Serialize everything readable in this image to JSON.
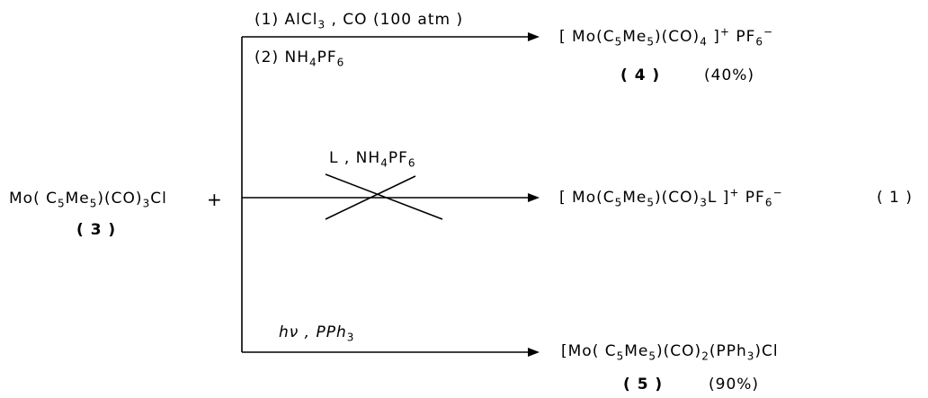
{
  "scheme": {
    "reactant": {
      "formula_pre": "Mo( C",
      "s1": "5",
      "formula_mid1": "Me",
      "s2": "5",
      "formula_mid2": ")(CO)",
      "s3": "3",
      "formula_end": "Cl",
      "plus": "+",
      "number": "( 3 )"
    },
    "top": {
      "cond1_pre": "(1)  AlCl",
      "cond1_s": "3",
      "cond1_post": " , CO (100 atm )",
      "cond2_pre": "(2)  NH",
      "cond2_s1": "4",
      "cond2_mid": "PF",
      "cond2_s2": "6",
      "product": {
        "p1": "[ Mo(C",
        "s1": "5",
        "p2": "Me",
        "s2": "5",
        "p3": ")(CO)",
        "s3": "4",
        "p4": " ]",
        "sup1": "+",
        "p5": " PF",
        "s4": "6",
        "sup2": "−"
      },
      "number": "( 4 )",
      "yield": "(40%)"
    },
    "middle": {
      "reagent_pre": "L  ,  NH",
      "reagent_s1": "4",
      "reagent_mid": "PF",
      "reagent_s2": "6",
      "product": {
        "p1": "[ Mo(C",
        "s1": "5",
        "p2": "Me",
        "s2": "5",
        "p3": ")(CO)",
        "s3": "3",
        "p4": "L ]",
        "sup1": "+",
        "p5": " PF",
        "s4": "6",
        "sup2": "−"
      },
      "equation_number": "( 1 )"
    },
    "bottom": {
      "cond_pre": "hν  ,  PPh",
      "cond_s": "3",
      "product": {
        "p1": "[Mo( C",
        "s1": "5",
        "p2": "Me",
        "s2": "5",
        "p3": ")(CO)",
        "s3": "2",
        "p4": "(PPh",
        "s4": "3",
        "p5": ")Cl"
      },
      "number": "( 5 )",
      "yield": "(90%)"
    }
  }
}
